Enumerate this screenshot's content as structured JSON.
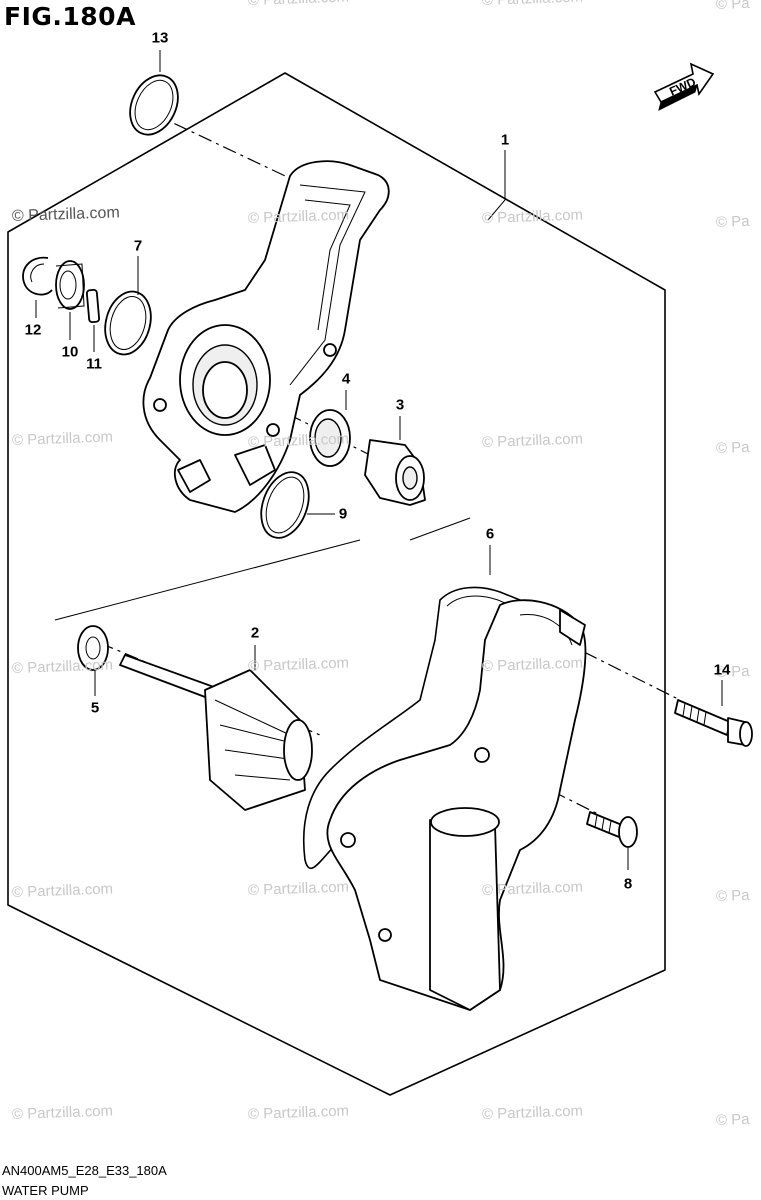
{
  "figure": {
    "title": "FIG.180A",
    "code": "AN400AM5_E28_E33_180A",
    "name": "WATER PUMP",
    "direction_label": "FWD"
  },
  "watermark": {
    "text": "© Partzilla.com",
    "short_text": "© Pa"
  },
  "callouts": [
    {
      "id": "1",
      "label": "1"
    },
    {
      "id": "2",
      "label": "2"
    },
    {
      "id": "3",
      "label": "3"
    },
    {
      "id": "4",
      "label": "4"
    },
    {
      "id": "5",
      "label": "5"
    },
    {
      "id": "6",
      "label": "6"
    },
    {
      "id": "7",
      "label": "7"
    },
    {
      "id": "8",
      "label": "8"
    },
    {
      "id": "9",
      "label": "9"
    },
    {
      "id": "10",
      "label": "10"
    },
    {
      "id": "11",
      "label": "11"
    },
    {
      "id": "12",
      "label": "12"
    },
    {
      "id": "13",
      "label": "13"
    },
    {
      "id": "14",
      "label": "14"
    }
  ],
  "colors": {
    "line": "#000000",
    "background": "#ffffff",
    "watermark": "#c8c8c8"
  }
}
